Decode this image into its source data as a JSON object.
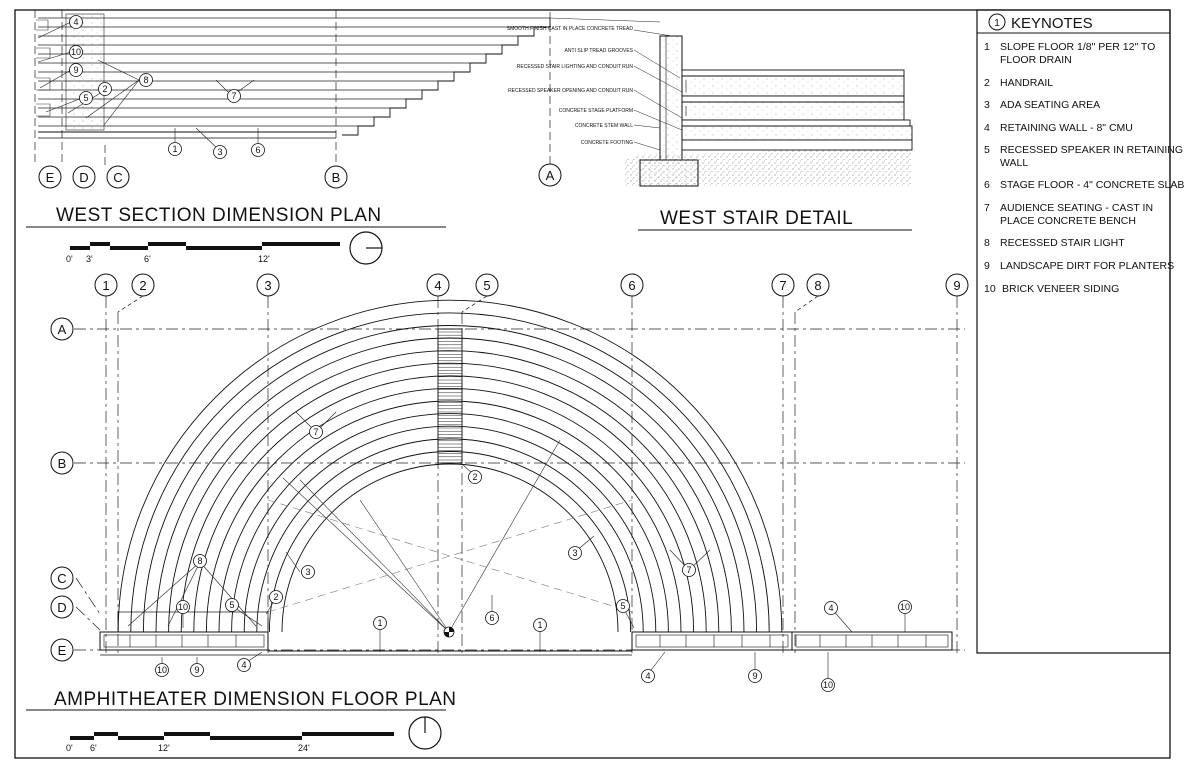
{
  "section": {
    "title": "WEST SECTION DIMENSION PLAN",
    "grid_labels": [
      "E",
      "D",
      "C",
      "B",
      "A"
    ],
    "side_callouts": [
      "4",
      "10",
      "9",
      "5"
    ],
    "callouts": [
      "8",
      "2",
      "7",
      "1",
      "3",
      "6"
    ],
    "scale_labels": [
      "0'",
      "3'",
      "6'",
      "12'"
    ]
  },
  "stair_detail": {
    "title": "WEST STAIR DETAIL",
    "notes": [
      "SMOOTH FINISH CAST IN PLACE CONCRETE TREAD",
      "ANTI SLIP TREAD GROOVES",
      "RECESSED STAIR LIGHTING AND CONDUIT RUN",
      "RECESSED SPEAKER OPENING AND CONDUIT RUN",
      "CONCRETE STAGE PLATFORM",
      "CONCRETE STEM WALL",
      "CONCRETE FOOTING"
    ]
  },
  "floor_plan": {
    "title": "AMPHITHEATER DIMENSION FLOOR PLAN",
    "col_labels": [
      "1",
      "2",
      "3",
      "4",
      "5",
      "6",
      "7",
      "8",
      "9"
    ],
    "row_labels": [
      "A",
      "B",
      "C",
      "D",
      "E"
    ],
    "callouts": {
      "c7a": "7",
      "c7b": "7",
      "c2a": "2",
      "c3a": "3",
      "c3b": "3",
      "c8": "8",
      "c10a": "10",
      "c5a": "5",
      "c2b": "2",
      "c1a": "1",
      "c6": "6",
      "c1b": "1",
      "c5b": "5",
      "c4a": "4",
      "c10b": "10",
      "c10c": "10",
      "c9a": "9",
      "c4b": "4",
      "c4c": "4",
      "c9b": "9",
      "c10d": "10"
    },
    "scale_labels": [
      "0'",
      "6'",
      "12'",
      "24'"
    ]
  },
  "keynotes": {
    "header_number": "1",
    "header": "KEYNOTES",
    "items": [
      {
        "num": "1",
        "lines": [
          "SLOPE FLOOR 1/8\" PER 12\" TO",
          "FLOOR DRAIN"
        ]
      },
      {
        "num": "2",
        "lines": [
          "HANDRAIL"
        ]
      },
      {
        "num": "3",
        "lines": [
          "ADA SEATING AREA"
        ]
      },
      {
        "num": "4",
        "lines": [
          "RETAINING WALL - 8\" CMU"
        ]
      },
      {
        "num": "5",
        "lines": [
          "RECESSED SPEAKER IN RETAINING",
          "WALL"
        ]
      },
      {
        "num": "6",
        "lines": [
          "STAGE FLOOR - 4\" CONCRETE SLAB"
        ]
      },
      {
        "num": "7",
        "lines": [
          "AUDIENCE SEATING - CAST IN",
          "PLACE CONCRETE BENCH"
        ]
      },
      {
        "num": "8",
        "lines": [
          "RECESSED STAIR LIGHT"
        ]
      },
      {
        "num": "9",
        "lines": [
          "LANDSCAPE DIRT FOR PLANTERS"
        ]
      },
      {
        "num": "10",
        "lines": [
          "BRICK VENEER SIDING"
        ]
      }
    ]
  }
}
